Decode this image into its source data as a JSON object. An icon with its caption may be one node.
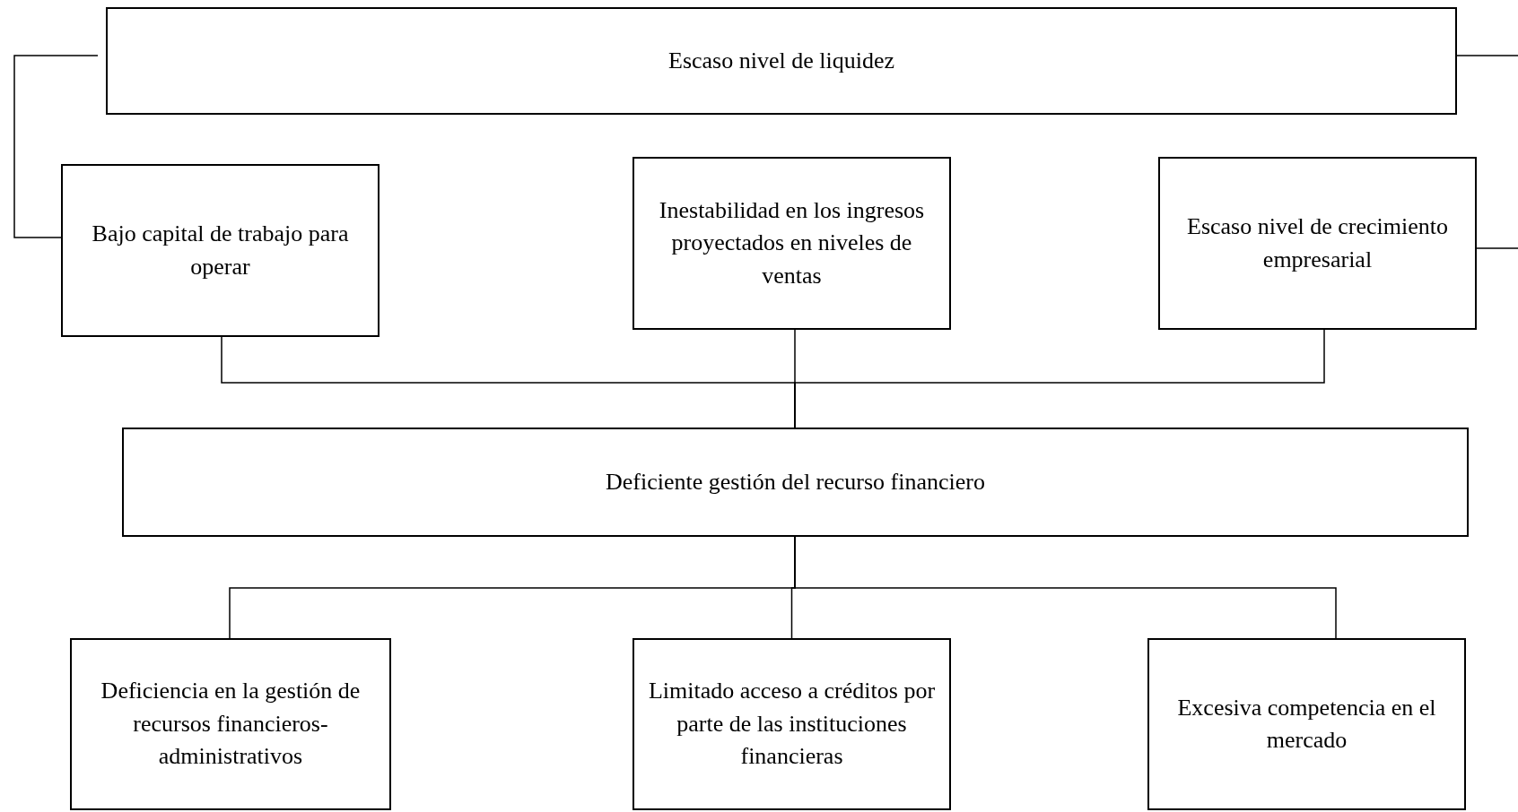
{
  "diagram": {
    "nodes": [
      {
        "text": [
          "Escaso nivel de liquidez"
        ]
      },
      {
        "text": [
          "Bajo capital de trabajo para operar"
        ]
      },
      {
        "text": [
          "Inestabilidad en los ingresos proyectados en niveles de ventas"
        ]
      },
      {
        "text": [
          "Escaso nivel de crecimiento empresarial"
        ]
      },
      {
        "text": [
          "Deficiente gestión del recurso financiero"
        ]
      },
      {
        "text": [
          "Deficiencia en la gestión de recursos financieros-administrativos"
        ]
      },
      {
        "text": [
          "Limitado acceso a créditos por parte de las instituciones financieras"
        ]
      },
      {
        "text": [
          "Excesiva competencia en el mercado"
        ]
      }
    ],
    "edges": [
      {
        "from": 0,
        "to": 1,
        "arrow": "none"
      },
      {
        "from": 0,
        "to": null,
        "arrow": "none"
      },
      {
        "from": 3,
        "to": null,
        "arrow": "none"
      },
      {
        "from": 1,
        "to": 4,
        "arrow": "none"
      },
      {
        "from": 2,
        "to": 4,
        "arrow": "none"
      },
      {
        "from": 3,
        "to": 4,
        "arrow": "none"
      },
      {
        "from": 4,
        "to": 5,
        "arrow": "none"
      },
      {
        "from": 4,
        "to": 6,
        "arrow": "none"
      },
      {
        "from": 4,
        "to": 7,
        "arrow": "none"
      }
    ]
  }
}
